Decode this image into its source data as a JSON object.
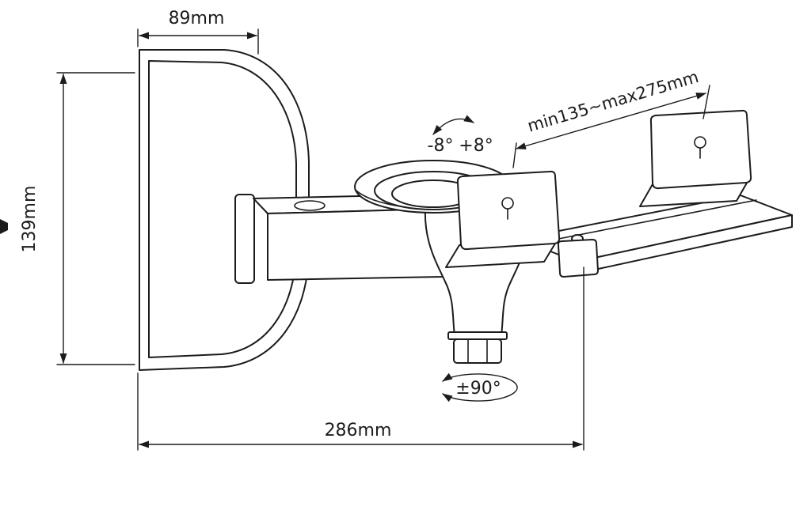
{
  "page": {
    "background": "#ffffff"
  },
  "diagram": {
    "line_color": "#1c1c1c",
    "dimensions": {
      "top_width": "89mm",
      "left_height": "139mm",
      "bottom_depth": "286mm",
      "clamp_range": "min135~max275mm",
      "tilt_negative": "-8°",
      "tilt_positive": "+8°",
      "swivel_range": "±90°"
    }
  }
}
